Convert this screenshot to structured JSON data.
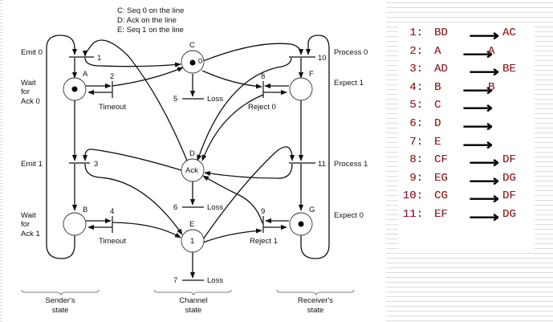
{
  "legend": [
    "C: Seq 0 on the line",
    "D: Ack on the line",
    "E: Seq 1 on the line"
  ],
  "places": {
    "A": {
      "label": "A",
      "token": true,
      "text": ""
    },
    "B": {
      "label": "B",
      "token": false,
      "text": ""
    },
    "C": {
      "label": "C",
      "token": true,
      "text": "0"
    },
    "D": {
      "label": "D",
      "token": false,
      "text": "Ack"
    },
    "E": {
      "label": "E",
      "token": false,
      "text": "1"
    },
    "F": {
      "label": "F",
      "token": false,
      "text": ""
    },
    "G": {
      "label": "G",
      "token": true,
      "text": ""
    }
  },
  "transitions": {
    "t1": "1",
    "t2": "2",
    "t3": "3",
    "t4": "4",
    "t5": "5",
    "t6": "6",
    "t7": "7",
    "t8": "8",
    "t9": "9",
    "t10": "10",
    "t11": "11"
  },
  "transition_labels": {
    "timeout_a": "Timeout",
    "timeout_b": "Timeout",
    "loss5": "Loss",
    "loss6": "Loss",
    "loss7": "Loss",
    "reject0": "Reject 0",
    "reject1": "Reject 1"
  },
  "side_labels": {
    "emit0": "Emit 0",
    "wait_ack0": [
      "Wait",
      "for",
      "Ack 0"
    ],
    "emit1": "Emit 1",
    "wait_ack1": [
      "Wait",
      "for",
      "Ack 1"
    ],
    "process0": "Process 0",
    "expect1": "Expect 1",
    "process1": "Process 1",
    "expect0": "Expect 0"
  },
  "groups": {
    "sender": [
      "Sender's",
      "state"
    ],
    "channel": [
      "Channel",
      "state"
    ],
    "receiver": [
      "Receiver's",
      "state"
    ]
  },
  "rules": [
    {
      "num": "1:",
      "lhs": "BD",
      "rhs": "AC"
    },
    {
      "num": "2:",
      "lhs": "A",
      "rhs": "A"
    },
    {
      "num": "3:",
      "lhs": "AD",
      "rhs": "BE"
    },
    {
      "num": "4:",
      "lhs": "B",
      "rhs": "B"
    },
    {
      "num": "5:",
      "lhs": "C",
      "rhs": ""
    },
    {
      "num": "6:",
      "lhs": "D",
      "rhs": ""
    },
    {
      "num": "7:",
      "lhs": "E",
      "rhs": ""
    },
    {
      "num": "8:",
      "lhs": "CF",
      "rhs": "DF"
    },
    {
      "num": "9:",
      "lhs": "EG",
      "rhs": "DG"
    },
    {
      "num": "10:",
      "lhs": "CG",
      "rhs": "DF"
    },
    {
      "num": "11:",
      "lhs": "EF",
      "rhs": "DG"
    }
  ],
  "arrow_glyph": "⟶"
}
